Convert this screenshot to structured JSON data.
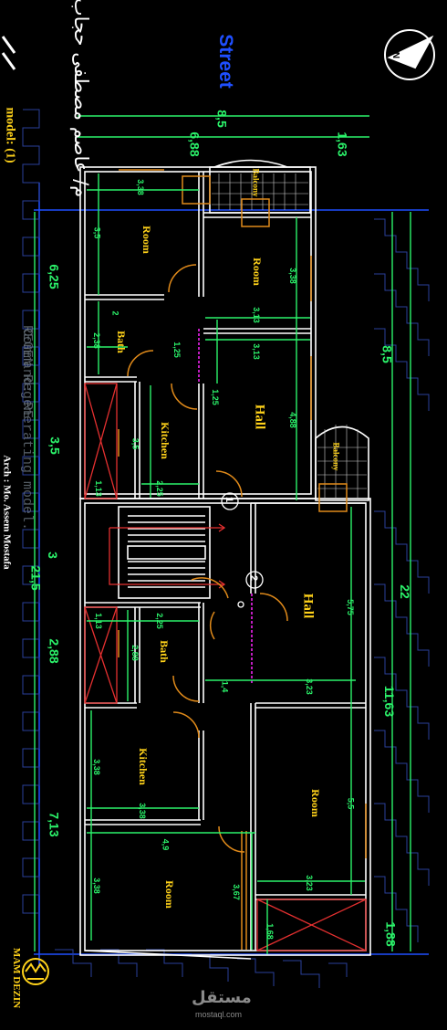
{
  "title_arabic": "م/ عاصم مصطفى حجاب",
  "model_label": "model: (1)",
  "architect": "Arch : Mo. Assem Mostafa",
  "street": "Street",
  "north": "N",
  "brand": "MAM DEZIN",
  "watermark": "مستقل",
  "watermark_url": "mostaql.com",
  "command_line_1": "Command: RE",
  "command_line_2": "REGEN Regenerating model.",
  "colors": {
    "background": "#000000",
    "walls": "#ffffff",
    "dims": "#2bf26a",
    "labels": "#ffd21a",
    "blue": "#1f4fff",
    "orange": "#e08a1a",
    "red": "#e53030",
    "magenta": "#c01cc0"
  },
  "rooms": [
    {
      "id": "room-1",
      "label": "Room"
    },
    {
      "id": "room-2",
      "label": "Room"
    },
    {
      "id": "bath-1",
      "label": "Bath"
    },
    {
      "id": "hall-1",
      "label": "Hall"
    },
    {
      "id": "kitchen-1",
      "label": "Kitchen"
    },
    {
      "id": "balcony-1",
      "label": "Balcony"
    },
    {
      "id": "balcony-2",
      "label": "Balcony"
    },
    {
      "id": "hall-2",
      "label": "Hall"
    },
    {
      "id": "bath-2",
      "label": "Bath"
    },
    {
      "id": "kitchen-2",
      "label": "Kitchen"
    },
    {
      "id": "room-3",
      "label": "Room"
    },
    {
      "id": "room-4",
      "label": "Room"
    }
  ],
  "dims_overall": {
    "top_total": "8,5",
    "top_a": "6,88",
    "top_b": "1,63",
    "left_total": "21,5",
    "right_total": "22",
    "left_1": "6,25",
    "left_2": "3,5",
    "left_3": "3",
    "left_4": "2,88",
    "left_5": "7,13",
    "right_1": "8,5",
    "right_2": "11,63",
    "right_3": "1,88"
  },
  "dims_inner": [
    "3,38",
    "3,5",
    "2",
    "2,38",
    "1,25",
    "3,38",
    "3,13",
    "3,13",
    "1,25",
    "4,88",
    "3,5",
    "2,25",
    "1,13",
    "1,13",
    "2,25",
    "2,88",
    "5,75",
    "3,23",
    "1,4",
    "3,38",
    "3,38",
    "5,5",
    "4,9",
    "3,23",
    "3,38",
    "3,67",
    "1,68"
  ],
  "markers": [
    "1",
    "2"
  ]
}
